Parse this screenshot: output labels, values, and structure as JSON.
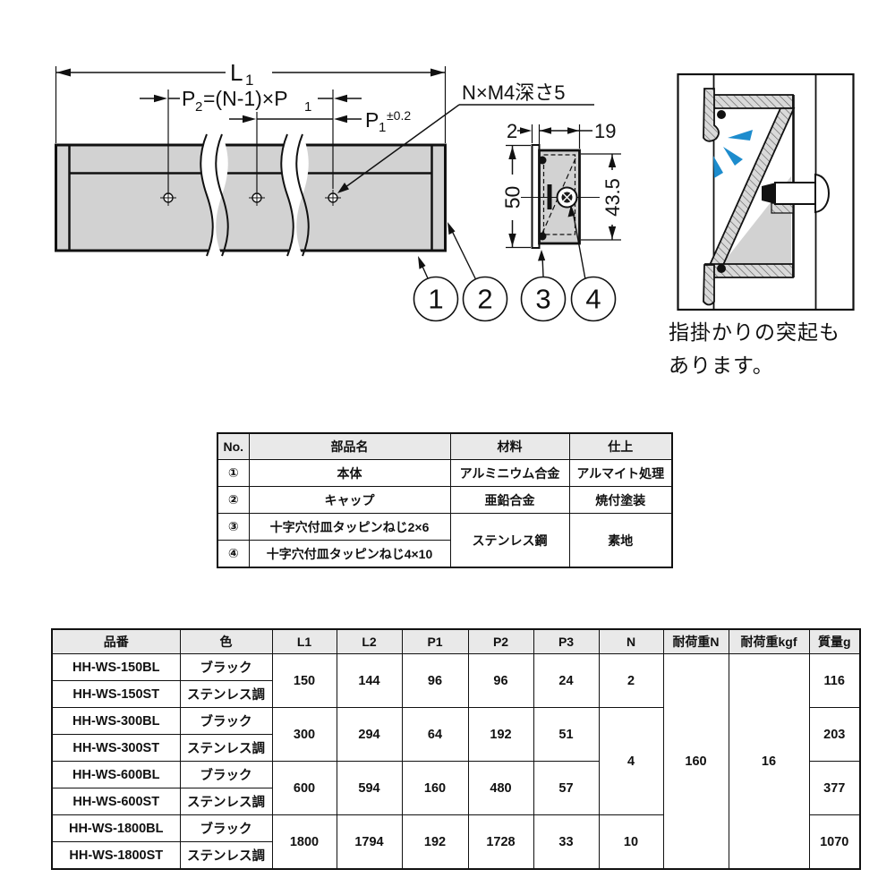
{
  "colors": {
    "metal_gray": "#d2d2d2",
    "hatch_gray": "#d9d9d9",
    "accent_blue": "#1d8ccd",
    "table_header_bg": "#e9e9e9"
  },
  "drawing": {
    "dim_l1_main": "L",
    "dim_l1_sub": "1",
    "dim_p2_main": "P",
    "dim_p2_sub": "2",
    "dim_p2_mid": "=(N-1)×P",
    "dim_p2_mid_sub": "1",
    "dim_p1_main": "P",
    "dim_p1_sub": "1",
    "dim_p1_tol": "±0.2",
    "screw_note": "N×M4深さ5",
    "dim_2": "2",
    "dim_19": "19",
    "dim_50": "50",
    "dim_43_5": "43.5",
    "callout_1": "1",
    "callout_2": "2",
    "callout_3": "3",
    "callout_4": "4",
    "note_line1": "指掛かりの突起も",
    "note_line2": "あります。"
  },
  "parts_table": {
    "headers": [
      "No.",
      "部品名",
      "材料",
      "仕上"
    ],
    "rows": [
      {
        "no": "①",
        "name": "本体",
        "material": "アルミニウム合金",
        "finish": "アルマイト処理"
      },
      {
        "no": "②",
        "name": "キャップ",
        "material": "亜鉛合金",
        "finish": "焼付塗装"
      },
      {
        "no": "③",
        "name": "十字穴付皿タッピンねじ2×6",
        "material": "ステンレス鋼",
        "finish": "素地"
      },
      {
        "no": "④",
        "name": "十字穴付皿タッピンねじ4×10"
      }
    ]
  },
  "spec_table": {
    "headers": [
      "品番",
      "色",
      "L1",
      "L2",
      "P1",
      "P2",
      "P3",
      "N",
      "耐荷重N",
      "耐荷重kgf",
      "質量g"
    ],
    "load_n": "160",
    "load_kgf": "16",
    "groups": [
      {
        "models": [
          {
            "code": "HH-WS-150BL",
            "color": "ブラック"
          },
          {
            "code": "HH-WS-150ST",
            "color": "ステンレス調"
          }
        ],
        "l1": "150",
        "l2": "144",
        "p1": "96",
        "p2": "96",
        "p3": "24",
        "n": "2",
        "mass": "116"
      },
      {
        "models": [
          {
            "code": "HH-WS-300BL",
            "color": "ブラック"
          },
          {
            "code": "HH-WS-300ST",
            "color": "ステンレス調"
          }
        ],
        "l1": "300",
        "l2": "294",
        "p1": "64",
        "p2": "192",
        "p3": "51",
        "n": "4",
        "mass": "203"
      },
      {
        "models": [
          {
            "code": "HH-WS-600BL",
            "color": "ブラック"
          },
          {
            "code": "HH-WS-600ST",
            "color": "ステンレス調"
          }
        ],
        "l1": "600",
        "l2": "594",
        "p1": "160",
        "p2": "480",
        "p3": "57",
        "mass": "377"
      },
      {
        "models": [
          {
            "code": "HH-WS-1800BL",
            "color": "ブラック"
          },
          {
            "code": "HH-WS-1800ST",
            "color": "ステンレス調"
          }
        ],
        "l1": "1800",
        "l2": "1794",
        "p1": "192",
        "p2": "1728",
        "p3": "33",
        "n": "10",
        "mass": "1070"
      }
    ]
  }
}
